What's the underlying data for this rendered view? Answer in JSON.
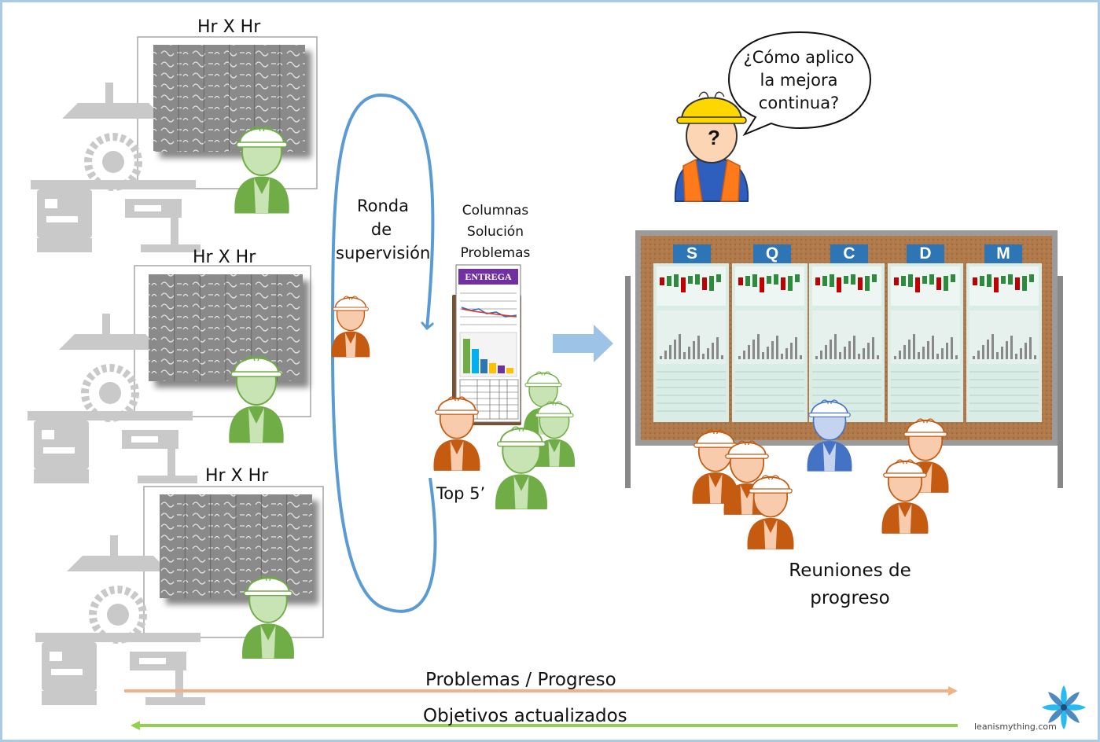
{
  "labels": {
    "hr1": "Hr X Hr",
    "hr2": "Hr X Hr",
    "hr3": "Hr X Hr",
    "ronda": "Ronda",
    "de": "de",
    "supervision": "supervisión",
    "columnas": "Columnas",
    "solucion": "Solución",
    "problemas": "Problemas",
    "entrega": "ENTREGA",
    "top5": "Top 5’",
    "reuniones": "Reuniones de",
    "progreso": "progreso",
    "problemas_progreso": "Problemas / Progreso",
    "objetivos": "Objetivos actualizados",
    "bubble_line1": "¿Cómo aplico",
    "bubble_line2": "la mejora",
    "bubble_line3": "continua?",
    "question_mark": "?",
    "brand": "leanismything.com"
  },
  "board_columns": [
    "S",
    "Q",
    "C",
    "D",
    "M"
  ],
  "colors": {
    "frame_border": "#a9cbe6",
    "loop_arrow": "#5b9bd5",
    "orange_arrow": "#f4b183",
    "green_arrow": "#92d050",
    "board_header": "#2e75b6",
    "cork": "#b07a4a",
    "green_worker": "#70ad47",
    "orange_worker": "#c55a11",
    "blue_worker": "#4472c4",
    "helmet_yellow": "#ffd700",
    "entrega_purple": "#7030a0"
  },
  "icons": [
    "machine-icon",
    "board-photo-icon",
    "worker-icon",
    "speech-bubble-icon",
    "logo-icon"
  ]
}
